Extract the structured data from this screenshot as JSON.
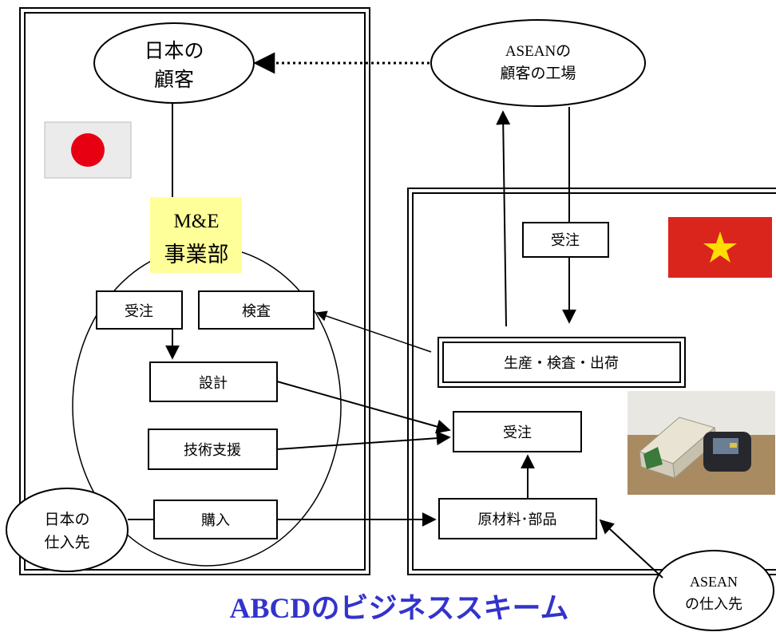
{
  "japan_customer": {
    "line1": "日本の",
    "line2": "顧客"
  },
  "asean_factory": {
    "line1": "ASEANの",
    "line2": "顧客の工場"
  },
  "me_division": {
    "line1": "M&E",
    "line2": "事業部"
  },
  "japan_side": {
    "order": "受注",
    "inspection": "検査",
    "design": "設計",
    "tech_support": "技術支援",
    "purchase": "購入"
  },
  "vietnam_side": {
    "order_top": "受注",
    "production": "生産・検査・出荷",
    "order": "受注",
    "materials": "原材料･部品"
  },
  "japan_supplier": {
    "line1": "日本の",
    "line2": "仕入先"
  },
  "asean_supplier": {
    "line1": "ASEAN",
    "line2": "の仕入先"
  },
  "caption": "ABCDのビジネススキーム",
  "colors": {
    "me_highlight": "#ffff99",
    "japan_flag_circle": "#e60012",
    "japan_flag_bg": "#ebebeb",
    "vietnam_flag_bg": "#da251d",
    "vietnam_flag_star": "#ffdd00",
    "caption": "#3333cc"
  },
  "icons": [
    "japan-flag-icon",
    "vietnam-flag-icon",
    "device-photo"
  ]
}
